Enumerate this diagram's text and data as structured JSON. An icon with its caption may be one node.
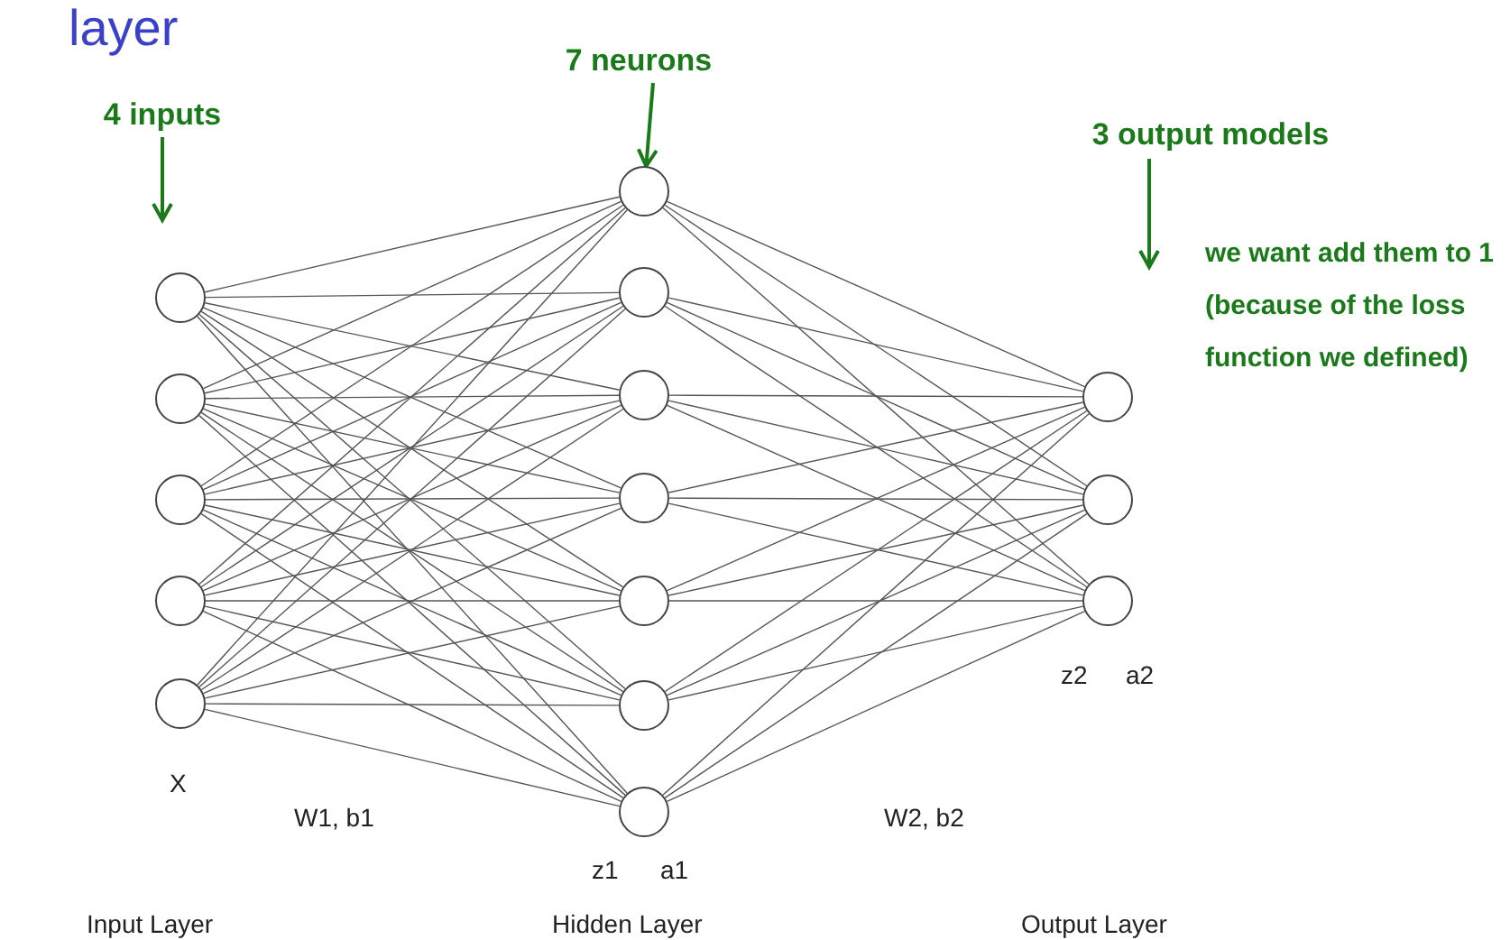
{
  "diagram": {
    "nodes": [
      {
        "text": [],
        "shape": "circle"
      },
      {
        "text": [],
        "shape": "circle"
      },
      {
        "text": [],
        "shape": "circle"
      },
      {
        "text": [],
        "shape": "circle"
      },
      {
        "text": [],
        "shape": "circle"
      },
      {
        "text": [],
        "shape": "circle"
      },
      {
        "text": [],
        "shape": "circle"
      },
      {
        "text": [],
        "shape": "circle"
      },
      {
        "text": [],
        "shape": "circle"
      },
      {
        "text": [],
        "shape": "circle"
      },
      {
        "text": [],
        "shape": "circle"
      },
      {
        "text": [],
        "shape": "circle"
      },
      {
        "text": [],
        "shape": "circle"
      },
      {
        "text": [],
        "shape": "circle"
      },
      {
        "text": [],
        "shape": "circle"
      },
      {
        "text": [
          "4 inputs"
        ]
      },
      {
        "text": [
          "7 neurons"
        ]
      },
      {
        "text": [
          "3 output models"
        ]
      }
    ],
    "edges": [
      {
        "from": 0,
        "to": 5,
        "arrow": "none"
      },
      {
        "from": 0,
        "to": 6,
        "arrow": "none"
      },
      {
        "from": 0,
        "to": 7,
        "arrow": "none"
      },
      {
        "from": 0,
        "to": 8,
        "arrow": "none"
      },
      {
        "from": 0,
        "to": 9,
        "arrow": "none"
      },
      {
        "from": 0,
        "to": 10,
        "arrow": "none"
      },
      {
        "from": 0,
        "to": 11,
        "arrow": "none"
      },
      {
        "from": 1,
        "to": 5,
        "arrow": "none"
      },
      {
        "from": 1,
        "to": 6,
        "arrow": "none"
      },
      {
        "from": 1,
        "to": 7,
        "arrow": "none"
      },
      {
        "from": 1,
        "to": 8,
        "arrow": "none"
      },
      {
        "from": 1,
        "to": 9,
        "arrow": "none"
      },
      {
        "from": 1,
        "to": 10,
        "arrow": "none"
      },
      {
        "from": 1,
        "to": 11,
        "arrow": "none"
      },
      {
        "from": 2,
        "to": 5,
        "arrow": "none"
      },
      {
        "from": 2,
        "to": 6,
        "arrow": "none"
      },
      {
        "from": 2,
        "to": 7,
        "arrow": "none"
      },
      {
        "from": 2,
        "to": 8,
        "arrow": "none"
      },
      {
        "from": 2,
        "to": 9,
        "arrow": "none"
      },
      {
        "from": 2,
        "to": 10,
        "arrow": "none"
      },
      {
        "from": 2,
        "to": 11,
        "arrow": "none"
      },
      {
        "from": 3,
        "to": 5,
        "arrow": "none"
      },
      {
        "from": 3,
        "to": 6,
        "arrow": "none"
      },
      {
        "from": 3,
        "to": 7,
        "arrow": "none"
      },
      {
        "from": 3,
        "to": 8,
        "arrow": "none"
      },
      {
        "from": 3,
        "to": 9,
        "arrow": "none"
      },
      {
        "from": 3,
        "to": 10,
        "arrow": "none"
      },
      {
        "from": 3,
        "to": 11,
        "arrow": "none"
      },
      {
        "from": 4,
        "to": 5,
        "arrow": "none"
      },
      {
        "from": 4,
        "to": 6,
        "arrow": "none"
      },
      {
        "from": 4,
        "to": 7,
        "arrow": "none"
      },
      {
        "from": 4,
        "to": 8,
        "arrow": "none"
      },
      {
        "from": 4,
        "to": 9,
        "arrow": "none"
      },
      {
        "from": 4,
        "to": 10,
        "arrow": "none"
      },
      {
        "from": 4,
        "to": 11,
        "arrow": "none"
      },
      {
        "from": 5,
        "to": 12,
        "arrow": "none"
      },
      {
        "from": 5,
        "to": 13,
        "arrow": "none"
      },
      {
        "from": 5,
        "to": 14,
        "arrow": "none"
      },
      {
        "from": 6,
        "to": 12,
        "arrow": "none"
      },
      {
        "from": 6,
        "to": 13,
        "arrow": "none"
      },
      {
        "from": 6,
        "to": 14,
        "arrow": "none"
      },
      {
        "from": 7,
        "to": 12,
        "arrow": "none"
      },
      {
        "from": 7,
        "to": 13,
        "arrow": "none"
      },
      {
        "from": 7,
        "to": 14,
        "arrow": "none"
      },
      {
        "from": 8,
        "to": 12,
        "arrow": "none"
      },
      {
        "from": 8,
        "to": 13,
        "arrow": "none"
      },
      {
        "from": 8,
        "to": 14,
        "arrow": "none"
      },
      {
        "from": 9,
        "to": 12,
        "arrow": "none"
      },
      {
        "from": 9,
        "to": 13,
        "arrow": "none"
      },
      {
        "from": 9,
        "to": 14,
        "arrow": "none"
      },
      {
        "from": 10,
        "to": 12,
        "arrow": "none"
      },
      {
        "from": 10,
        "to": 13,
        "arrow": "none"
      },
      {
        "from": 10,
        "to": 14,
        "arrow": "none"
      },
      {
        "from": 11,
        "to": 12,
        "arrow": "none"
      },
      {
        "from": 11,
        "to": 13,
        "arrow": "none"
      },
      {
        "from": 11,
        "to": 14,
        "arrow": "none"
      },
      {
        "from": 15,
        "to": null,
        "arrow": "to",
        "color": "#1a7a1a"
      },
      {
        "from": 16,
        "to": 5,
        "arrow": "to",
        "color": "#1a7a1a"
      },
      {
        "from": 17,
        "to": null,
        "arrow": "to",
        "color": "#1a7a1a"
      }
    ],
    "labels": [
      "layer",
      "we want add them to 1 (because of the loss function we defined)",
      "z2",
      "a2",
      "X",
      "W1, b1",
      "W2, b2",
      "z1",
      "a1",
      "Input Layer",
      "Hidden Layer",
      "Output Layer"
    ]
  }
}
